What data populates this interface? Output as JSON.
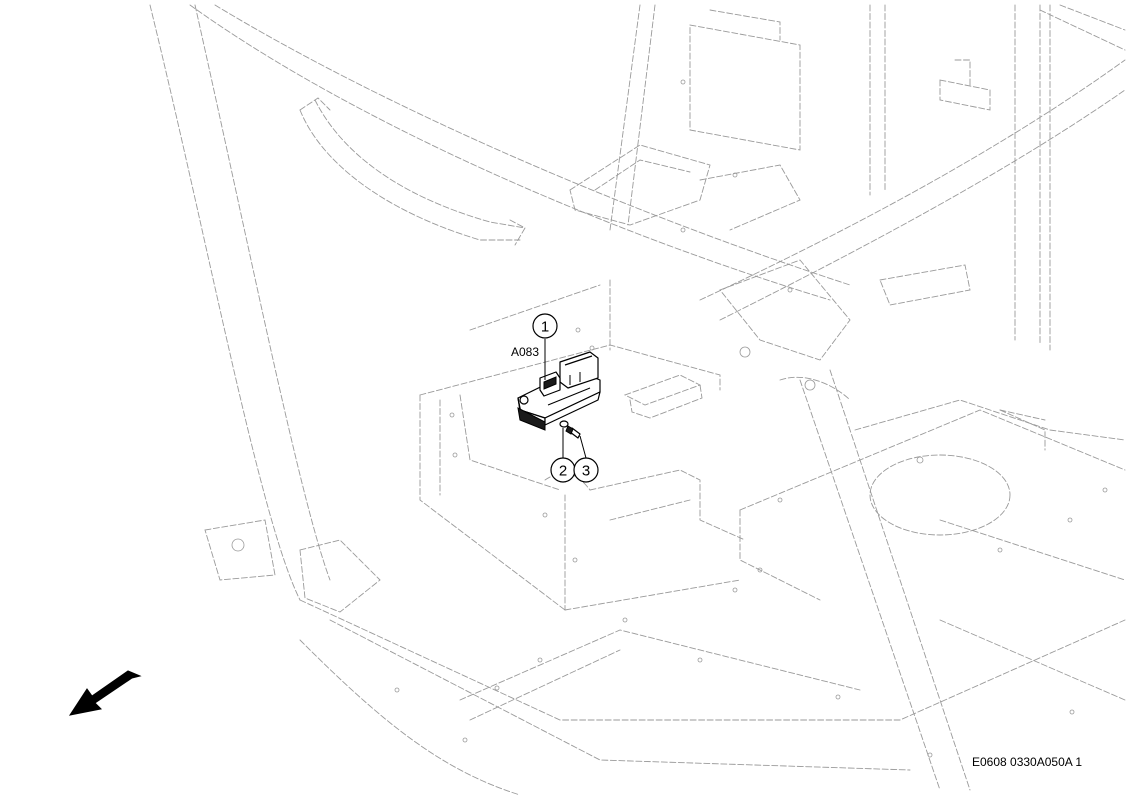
{
  "callouts": [
    {
      "id": "1",
      "label": "1"
    },
    {
      "id": "2",
      "label": "2"
    },
    {
      "id": "3",
      "label": "3"
    }
  ],
  "component_label": "A083",
  "drawing_number": "E0608 0330A050A 1",
  "direction_arrow": {
    "icon": "direction-arrow-icon"
  },
  "colors": {
    "line": "#9a9a9a",
    "ink": "#000000",
    "background": "#ffffff"
  }
}
